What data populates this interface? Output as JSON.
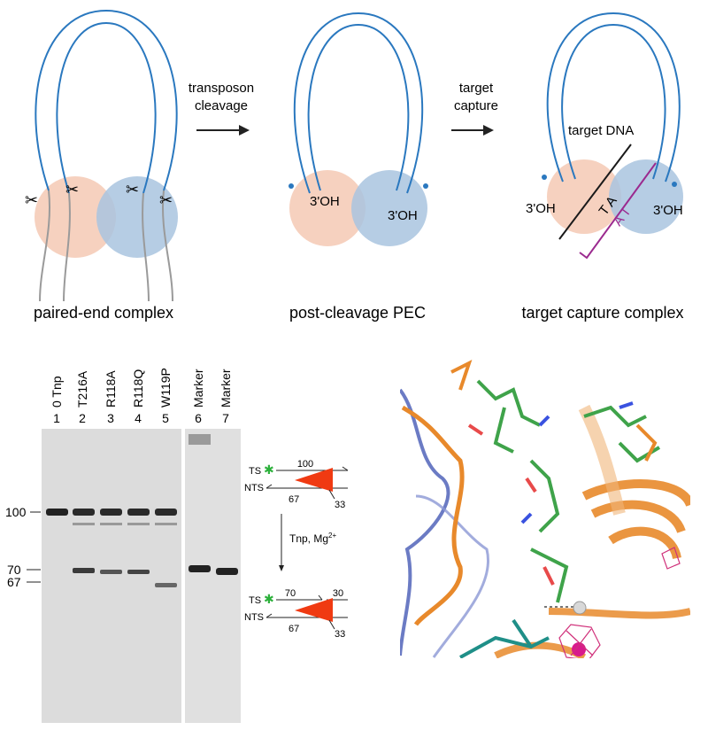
{
  "top_panel": {
    "complex_labels": [
      "paired-end complex",
      "post-cleavage PEC",
      "target capture complex"
    ],
    "step1_label": [
      "transposon",
      "cleavage"
    ],
    "step2_label": [
      "target",
      "capture"
    ],
    "end_label": "3'OH",
    "target_dna_label": "target DNA",
    "ts_bases": "T A",
    "nts_bases": "A T",
    "colors": {
      "transposon_dna": "#2a78bf",
      "subunit_left": "#f4c9b4",
      "subunit_right": "#a9c4df",
      "flanking_dna": "#9a9a9a",
      "target_dna": "#1a1a1a",
      "target_strand2": "#9b2a8f",
      "arrow": "#222222"
    }
  },
  "gel": {
    "lanes": [
      {
        "number": "1",
        "label": "0 Tnp"
      },
      {
        "number": "2",
        "label": "T216A"
      },
      {
        "number": "3",
        "label": "R118A"
      },
      {
        "number": "4",
        "label": "R118Q"
      },
      {
        "number": "5",
        "label": "W119P"
      },
      {
        "number": "6",
        "label": "Marker"
      },
      {
        "number": "7",
        "label": "Marker"
      }
    ],
    "size_markers": [
      "100",
      "70",
      "67"
    ]
  },
  "substrate_scheme": {
    "top": {
      "ts": "TS",
      "nts": "NTS",
      "ts_len": "100",
      "nts_len_left": "67",
      "nts_len_right": "33"
    },
    "reaction": "Tnp, Mg",
    "reaction_sup": "2+",
    "bottom": {
      "ts": "TS",
      "nts": "NTS",
      "ts_len_left": "70",
      "ts_len_right": "30",
      "nts_len_left": "67",
      "nts_len_right": "33"
    },
    "colors": {
      "wedge": "#f03a12",
      "label_star": "#2bb03a"
    }
  },
  "structure": {
    "colors": {
      "protein_orange": "#e8892b",
      "protein_blue": "#6b7bc4",
      "nucleotide_green": "#3fa34a",
      "metal": "#d81a8c",
      "density": "#d0307a",
      "teal": "#1f8f88"
    }
  }
}
